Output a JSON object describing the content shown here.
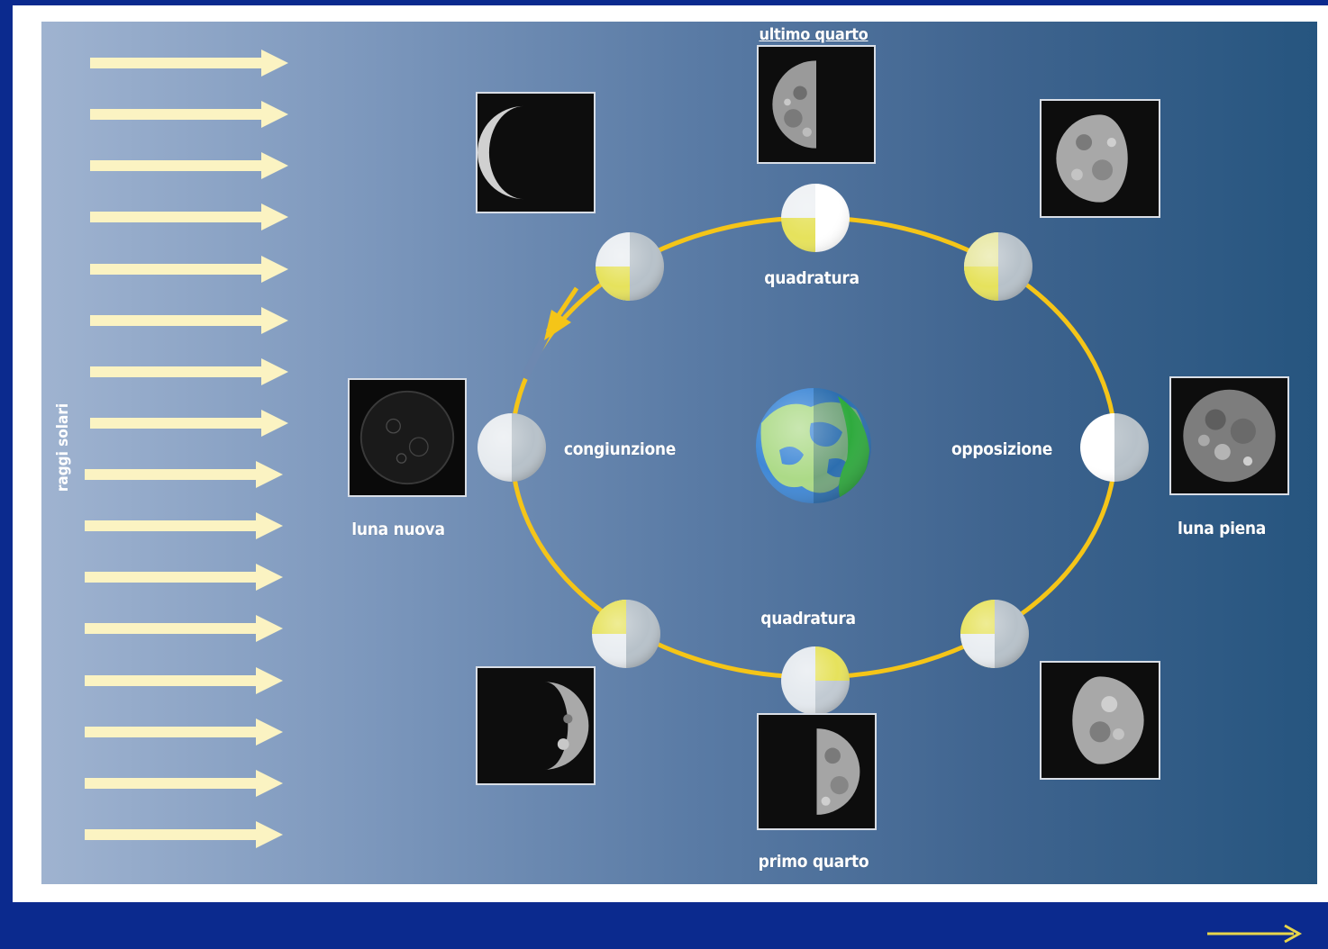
{
  "labels": {
    "sun_rays": "raggi solari",
    "last_quarter": "ultimo quarto",
    "quadrature_top": "quadratura",
    "conjunction": "congiunzione",
    "opposition": "opposizione",
    "new_moon": "luna nuova",
    "full_moon": "luna piena",
    "quadrature_bottom": "quadratura",
    "first_quarter": "primo quarto"
  },
  "colors": {
    "background": "#0b2a8e",
    "sun_rays": "#fbf3c2",
    "orbit": "#f5c518",
    "moon_lit": "#ffffff",
    "moon_yellow": "#f0e86a",
    "moon_shadow": "#c4ccd4",
    "earth_water": "#3f88d6",
    "earth_land": "#9bd46a"
  },
  "sun_ray_count": 16,
  "icons": {
    "navigation": "right-arrow-icon"
  }
}
